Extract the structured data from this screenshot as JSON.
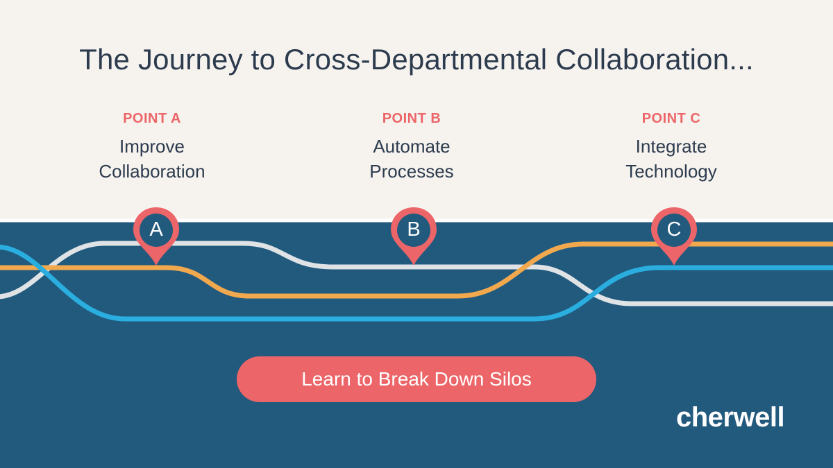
{
  "title": "The Journey to Cross-Departmental Collaboration...",
  "points": [
    {
      "label": "POINT A",
      "line1": "Improve",
      "line2": "Collaboration",
      "pin": "A"
    },
    {
      "label": "POINT B",
      "line1": "Automate",
      "line2": "Processes",
      "pin": "B"
    },
    {
      "label": "POINT C",
      "line1": "Integrate",
      "line2": "Technology",
      "pin": "C"
    }
  ],
  "cta_label": "Learn to Break Down Silos",
  "logo": "cherwell",
  "colors": {
    "background": "#f6f3ef",
    "band": "#225a7e",
    "accent": "#ec6568",
    "text": "#2d3b4e",
    "line_white": "#dfe3e6",
    "line_orange": "#f2a94e",
    "line_blue": "#2aaee0"
  },
  "icons": [
    "map-pin-icon"
  ]
}
